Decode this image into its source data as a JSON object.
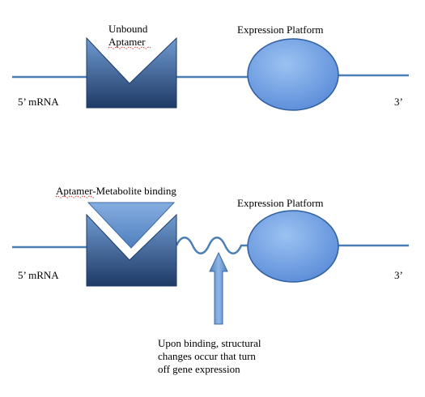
{
  "top_panel": {
    "aptamer_label_line1": "Unbound",
    "aptamer_label_line2": "Aptamer",
    "expression_label": "Expression Platform",
    "five_prime_label": "5’ mRNA",
    "three_prime_label": "3’"
  },
  "bottom_panel": {
    "binding_label": "Aptamer-Metabolite binding",
    "expression_label": "Expression Platform",
    "five_prime_label": "5’ mRNA",
    "three_prime_label": "3’",
    "note_line1": "Upon binding, structural",
    "note_line2": "changes occur that turn",
    "note_line3": "off gene expression"
  },
  "colors": {
    "strand": "#4a7fb5",
    "aptamer_dark": "#1f3a66",
    "aptamer_light": "#6f9bd0",
    "platform_fill": "#6f9fe3",
    "platform_stroke": "#2f5f9f"
  }
}
